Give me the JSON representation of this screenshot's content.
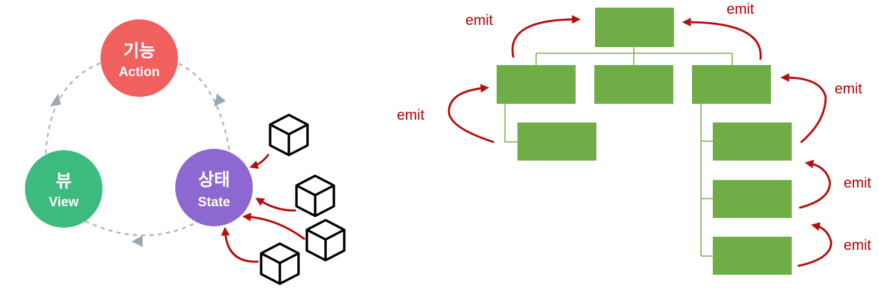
{
  "cycle": {
    "action": {
      "title": "기능",
      "subtitle": "Action",
      "color": "#f0605f"
    },
    "state": {
      "title": "상태",
      "subtitle": "State",
      "color": "#8e68d1"
    },
    "view": {
      "title": "뷰",
      "subtitle": "View",
      "color": "#3dbb7e"
    },
    "connector_color": "#b5b5b5",
    "arrowhead_color": "#9aa8b3"
  },
  "component_tree": {
    "box_color": "#70ad47",
    "emit_label": "emit",
    "arrow_color": "#b50e0e"
  },
  "icons": [
    "cube-icon",
    "cube-icon",
    "cube-icon",
    "cube-icon"
  ]
}
